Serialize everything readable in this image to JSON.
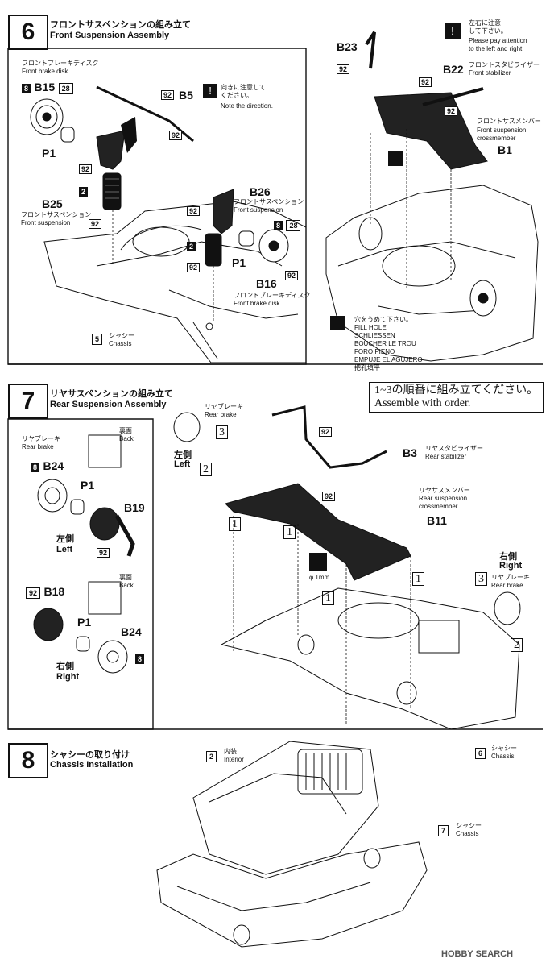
{
  "steps": [
    {
      "num": "6",
      "title_ja": "フロントサスペンションの組み立て",
      "title_en": "Front Suspension Assembly"
    },
    {
      "num": "7",
      "title_ja": "リヤサスペンションの組み立て",
      "title_en": "Rear Suspension Assembly"
    },
    {
      "num": "8",
      "title_ja": "シャシーの取り付け",
      "title_en": "Chassis Installation"
    }
  ],
  "step6": {
    "brake_disk_ja": "フロントブレーキディスク",
    "brake_disk_en": "Front brake disk",
    "b15": "B15",
    "num8": "8",
    "num28": "28",
    "p1": "P1",
    "num92": "92",
    "b5": "B5",
    "direction_ja1": "向きに注意して",
    "direction_ja2": "ください。",
    "direction_en": "Note the direction.",
    "num2": "2",
    "b25": "B25",
    "front_susp_ja": "フロントサスペンション",
    "front_susp_en": "Front suspension",
    "b26": "B26",
    "b16": "B16",
    "num5": "5",
    "chassis_ja": "シャシー",
    "chassis_en": "Chassis",
    "b23": "B23",
    "b22": "B22",
    "stabilizer_ja": "フロントスタビライザー",
    "stabilizer_en": "Front stabilizer",
    "lr_ja1": "左右に注意",
    "lr_ja2": "して下さい。",
    "lr_en1": "Please pay attention",
    "lr_en2": "to the left and right.",
    "crossmember_ja": "フロントサスメンバー",
    "crossmember_en1": "Front suspension",
    "crossmember_en2": "crossmember",
    "b1": "B1",
    "fill_hole": [
      "穴をうめて下さい。",
      "FILL HOLE",
      "SCHLIESSEN",
      "BOUCHER LE TROU",
      "FORO PIENO",
      "EMPUJE EL AGUJERO",
      "把孔填平"
    ]
  },
  "step7": {
    "order_ja": "1~3の順番に組み立てください。",
    "order_en": "Assemble with order.",
    "rear_brake_ja": "リヤブレーキ",
    "rear_brake_en": "Rear brake",
    "back_ja": "裏面",
    "back_en": "Back",
    "b24": "B24",
    "p1": "P1",
    "b19": "B19",
    "b18": "B18",
    "left_ja": "左側",
    "left_en": "Left",
    "right_ja": "右側",
    "right_en": "Right",
    "b3": "B3",
    "stabilizer_ja": "リヤスタビライザー",
    "stabilizer_en": "Rear stabilizer",
    "crossmember_ja": "リヤサスメンバー",
    "crossmember_en1": "Rear suspension",
    "crossmember_en2": "crossmember",
    "b11": "B11",
    "drill": "φ 1mm",
    "num6": "6",
    "chassis_ja": "シャシー",
    "chassis_en": "Chassis",
    "o1": "1",
    "o2": "2",
    "o3": "3",
    "num8": "8",
    "num92": "92"
  },
  "step8": {
    "num2": "2",
    "interior_ja": "内装",
    "interior_en": "Interior",
    "num7": "7",
    "chassis_ja": "シャシー",
    "chassis_en": "Chassis"
  },
  "watermark": "HOBBY SEARCH"
}
